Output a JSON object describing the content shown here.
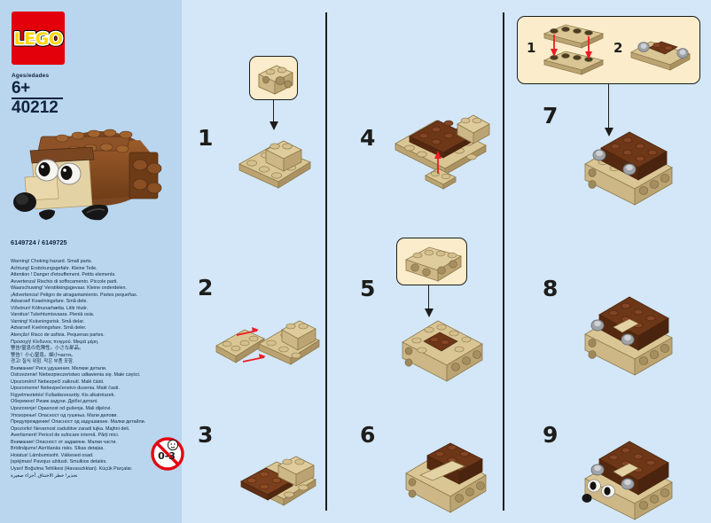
{
  "sheet": {
    "background_color": "#d3e7f8",
    "left_panel_color": "#b9d6ee",
    "divider_color": "#1d1d1b"
  },
  "brand": {
    "logo_text": "LEGO",
    "logo_bg_color": "#e3000b",
    "logo_fill_color": "#ffd500"
  },
  "product": {
    "ages_label": "Ages/edades",
    "age_value": "6+",
    "set_number": "40212",
    "part_codes": "6149724 / 6149725",
    "model_name": "hedgehog"
  },
  "hero": {
    "alt": "LEGO brick-built hedgehog model",
    "body_color": "#8a4b22",
    "face_color": "#e8d5a3",
    "nose_color": "#1a1a1a"
  },
  "safety": {
    "icon_label": "0-3",
    "icon_name": "no-children-under-3-icon",
    "warning_lines": [
      "Warning! Choking hazard. Small parts.",
      "Achtung! Erstickungsgefahr. Kleine Teile.",
      "Attention ! Danger d'etouffement. Petits elements.",
      "Avvertenza! Rischio di soffocamento. Piccole parti.",
      "Waarschuwing! Verstikkingsgevaar. Kleine onderdelen.",
      "¡Advertencia! Peligro de atragantamiento. Partes pequeñas.",
      "Advarsel! Kvaelningsfare. Små dele.",
      "Viðvörun! Köfnunarhætta. Litlir hlutir.",
      "Varoitus! Tukehtumisvaara. Pieniä osia.",
      "Varning! Kvävningsrisk. Små delar.",
      "Advarsel! Kvelningsfare. Små deler.",
      "Atenção! Risco de asfixia. Pequenas partes.",
      "Προσοχή! Κίνδυνος πνιγμού. Μικρά μέρη.",
      "警告!窒息の危険性。小さな部品。",
      "警告！小心窒息。細小части。",
      "경고! 질식 위험. 작은 부품 포함.",
      "Внимание! Риск удушения. Мелкие детали.",
      "Ostrzeżenie! Niebezpieczeństwo udławienia się. Małe części.",
      "Upozornění! Nebezpečí zalknutí. Malé části.",
      "Upozornenie! Nebezpečenstvo dusenia. Malé časti.",
      "Figyelmeztetés! Fulladásveszély. Kis alkatrészek.",
      "Обережно! Ризик задухи. Дрібні деталі.",
      "Upozorenje! Opasnost od gušenja. Mali dijelovi.",
      "Упозорење! Опасност од гушења. Мали делови.",
      "Предупреждение! Опасност од задушаване. Малки детайли.",
      "Opozorilo! Nevarnost zadušitve zaradi tujka. Majhni deli.",
      "Avertisment! Pericol de sufocare internă. Părți mici.",
      "Внимание! Опасност от задавяне. Малки части.",
      "Brīdinājums! Aizrīšanās risks. Sīkas detaļas.",
      "Hoiatus! Lämbumisoht. Väikesed osad.",
      "Įspėjimas! Pavojus uždusti. Smulkios detalės.",
      "Uyarı! Boğulma Tehlikesi (Havasızlıktan). Küçük Parçalar.",
      "تحذير! خطر الاختناق. أجزاء صغيرة"
    ]
  },
  "steps": [
    {
      "number": "1",
      "column": 2,
      "has_callout": true,
      "callout_part": "tan 1x2 brick with side studs"
    },
    {
      "number": "2",
      "column": 2,
      "has_callout": false,
      "arrows": "red",
      "note": "attach tan plate"
    },
    {
      "number": "3",
      "column": 2,
      "has_callout": false,
      "note": "add dark brown plate"
    },
    {
      "number": "4",
      "column": 3,
      "has_callout": false,
      "arrows": "red",
      "note": "attach tan plate from below"
    },
    {
      "number": "5",
      "column": 3,
      "has_callout": true,
      "callout_part": "tan 1x4 brick with side studs"
    },
    {
      "number": "6",
      "column": 3,
      "has_callout": false,
      "note": "add dark brown bricks"
    },
    {
      "number": "7",
      "column": 4,
      "has_callout": true,
      "callout_part": "eye sub-assembly"
    },
    {
      "number": "8",
      "column": 4,
      "has_callout": false,
      "note": "add brown body bricks"
    },
    {
      "number": "9",
      "column": 4,
      "has_callout": false,
      "note": "attach printed eyes"
    }
  ],
  "callout_substeps": [
    {
      "number": "1",
      "note": "two tan 1x4 plates joined, red arrows"
    },
    {
      "number": "2",
      "note": "tan plate with dark brown and light grey round elements"
    }
  ],
  "colors": {
    "tan": "#e3d2a4",
    "tan_dark": "#c6ae77",
    "tan_darker": "#a38d5c",
    "brown": "#7a4a20",
    "brown_dark": "#5f3516",
    "brown_light": "#9a6132",
    "grey": "#9fa3a8",
    "grey_dark": "#6f7479",
    "white": "#f5f3ee",
    "black": "#1d1d1b",
    "red_arrow": "#ed1c24",
    "callout_bg": "#fbeccb"
  }
}
